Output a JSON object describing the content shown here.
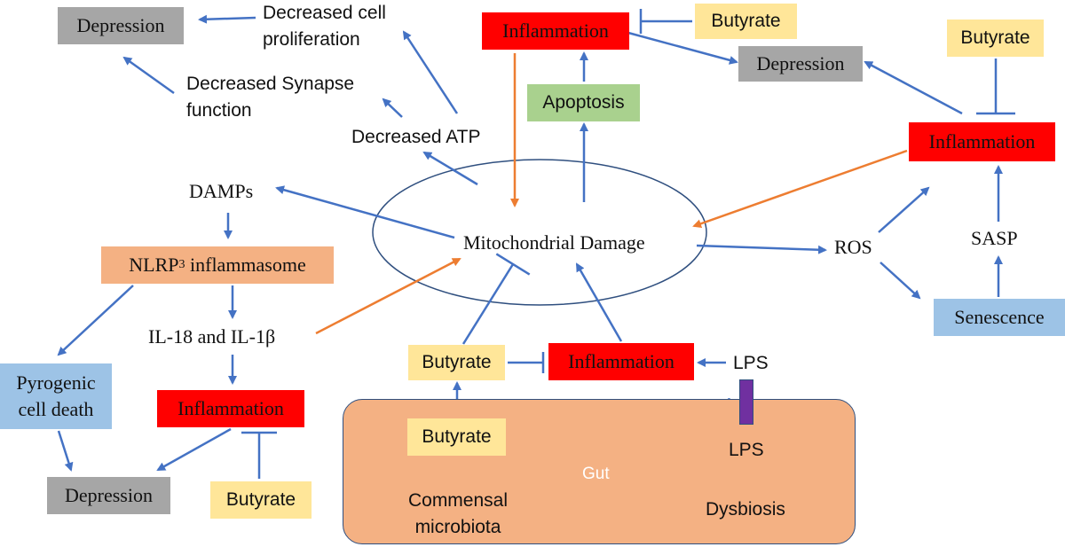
{
  "colors": {
    "inflammation": "#ff0000",
    "depression": "#a6a6a6",
    "butyrate": "#ffe699",
    "apoptosis": "#a9d18e",
    "senescence_pyrogenic": "#9dc3e6",
    "nlrp3": "#f4b183",
    "gut": "#f4b183",
    "lps_receptor": "#7030a0",
    "arrow_blue": "#4472c4",
    "arrow_orange": "#ed7d31"
  },
  "nodes": {
    "mitochondrial_damage": "Mitochondrial Damage",
    "depression_top_left": "Depression",
    "decreased_cell_proliferation": "Decreased cell\nproliferation",
    "decreased_synapse_function": "Decreased Synapse\nfunction",
    "decreased_atp": "Decreased ATP",
    "inflammation_top": "Inflammation",
    "butyrate_top": "Butyrate",
    "apoptosis": "Apoptosis",
    "depression_top_right": "Depression",
    "butyrate_right": "Butyrate",
    "inflammation_right": "Inflammation",
    "damps": "DAMPs",
    "nlrp3_prefix": "NLRP",
    "nlrp3_sub": "3",
    "nlrp3_suffix": " inflammasome",
    "il18_il1b": "IL-18 and IL-1β",
    "pyrogenic_cell_death": "Pyrogenic\ncell death",
    "inflammation_left": "Inflammation",
    "depression_bottom_left": "Depression",
    "butyrate_bottom_left": "Butyrate",
    "ros": "ROS",
    "sasp": "SASP",
    "senescence": "Senescence",
    "butyrate_mid": "Butyrate",
    "inflammation_mid": "Inflammation",
    "lps_top": "LPS",
    "gut": "Gut",
    "butyrate_gut": "Butyrate",
    "lps_gut": "LPS",
    "commensal_microbiota": "Commensal\nmicrobiota",
    "dysbiosis": "Dysbiosis"
  }
}
